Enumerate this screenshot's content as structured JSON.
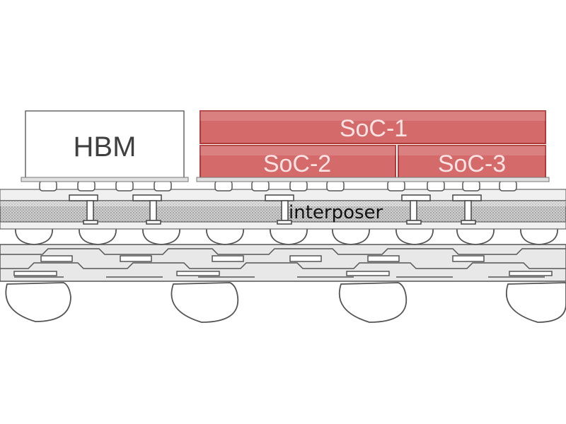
{
  "diagram": {
    "labels": {
      "hbm": "HBM",
      "soc1": "SoC-1",
      "soc2": "SoC-2",
      "soc3": "SoC-3",
      "interposer": "interposer"
    },
    "colors": {
      "soc_fill": "#d46a6a",
      "soc_stroke": "#c0392b",
      "hbm_fill": "#ffffff",
      "outline": "#555555",
      "interposer_fill": "#c8c8c8",
      "substrate_fill": "#e6e6e6"
    }
  }
}
